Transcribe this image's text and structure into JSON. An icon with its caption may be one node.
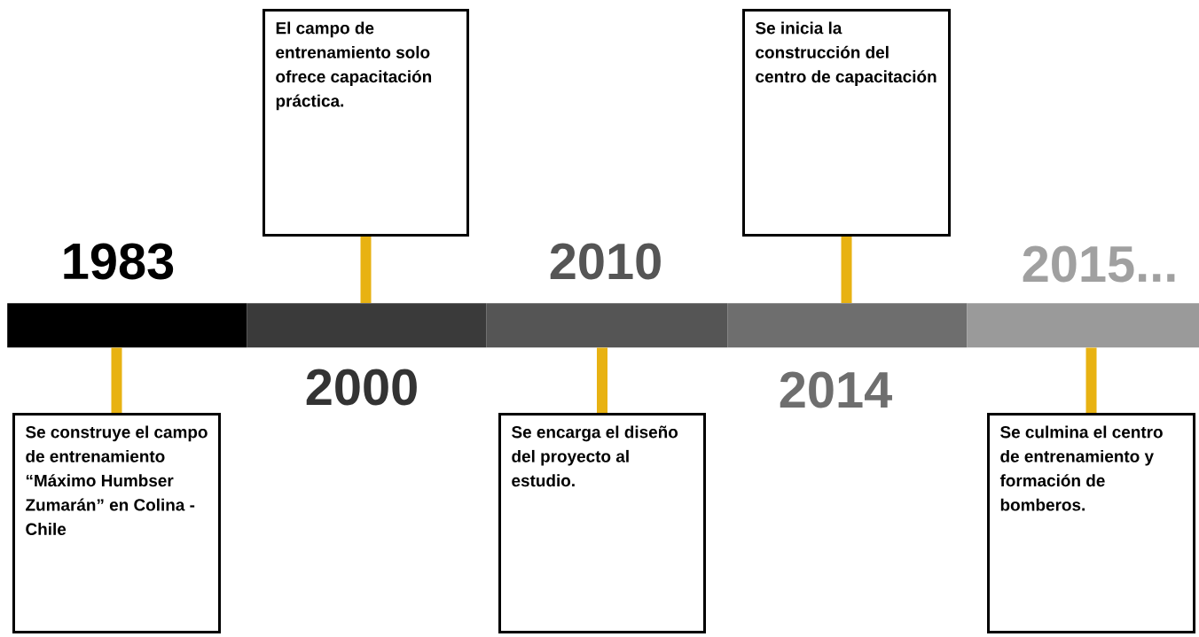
{
  "diagram": {
    "nodes": [
      {
        "text": [
          "Se construye el campo de entrenamiento “Máximo Humbser Zumarán” en Colina - Chile"
        ]
      },
      {
        "text": [
          "El campo de entrenamiento solo ofrece capacitación práctica."
        ]
      },
      {
        "text": [
          "Se encarga el diseño del proyecto al estudio."
        ]
      },
      {
        "text": [
          "Se inicia la construcción del centro de capacitación"
        ]
      },
      {
        "text": [
          "Se culmina el centro de entrenamiento y formación de bomberos."
        ]
      },
      {
        "text": [],
        "shape": "bar"
      },
      {
        "text": [],
        "shape": "bar"
      },
      {
        "text": [],
        "shape": "bar"
      },
      {
        "text": [],
        "shape": "bar"
      },
      {
        "text": [],
        "shape": "bar"
      }
    ],
    "edges": [
      {
        "from": 0,
        "to": 5,
        "arrow": "none"
      },
      {
        "from": 1,
        "to": 6,
        "arrow": "none"
      },
      {
        "from": 2,
        "to": 7,
        "arrow": "none"
      },
      {
        "from": 3,
        "to": 8,
        "arrow": "none"
      },
      {
        "from": 4,
        "to": 9,
        "arrow": "none"
      }
    ],
    "labels": [
      "1983",
      "2000",
      "2010",
      "2014",
      "2015..."
    ]
  }
}
